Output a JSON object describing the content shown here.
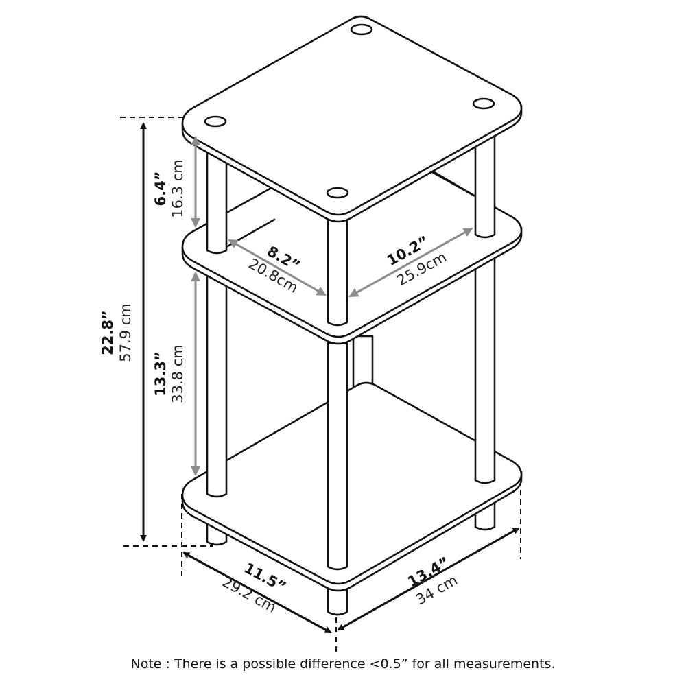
{
  "diagram": {
    "subject": "3-tier side table dimension drawing",
    "colors": {
      "outline": "#111111",
      "dimension_black": "#111111",
      "dimension_gray": "#8c8c8c",
      "background": "#ffffff"
    },
    "dimensions": {
      "total_height": {
        "inches": "22.8”",
        "cm": "57.9 cm"
      },
      "top_clearance": {
        "inches": "6.4”",
        "cm": "16.3 cm"
      },
      "lower_clearance": {
        "inches": "13.3”",
        "cm": "33.8 cm"
      },
      "inner_depth": {
        "inches": "8.2”",
        "cm": "20.8cm"
      },
      "inner_width": {
        "inches": "10.2”",
        "cm": "25.9cm"
      },
      "outer_depth": {
        "inches": "11.5”",
        "cm": "29.2 cm"
      },
      "outer_width": {
        "inches": "13.4”",
        "cm": "34 cm"
      }
    },
    "note": "Note : There is a possible difference <0.5” for all measurements."
  }
}
